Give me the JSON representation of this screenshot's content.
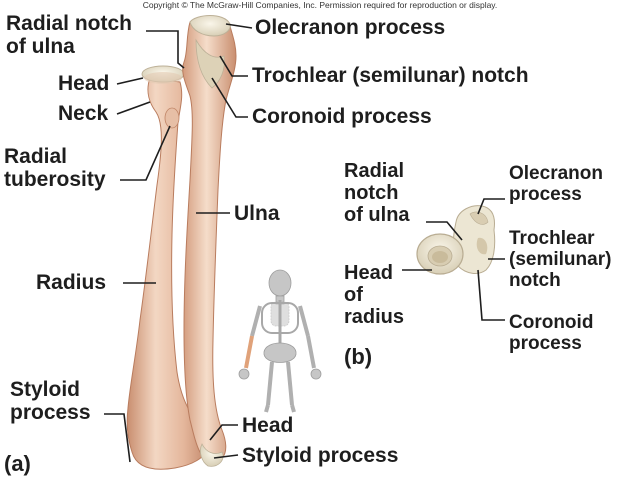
{
  "copyright": "Copyright © The McGraw-Hill Companies, Inc. Permission required for reproduction or display.",
  "panel_a": {
    "tag": "(a)",
    "labels": {
      "radial_notch_l1": "Radial notch",
      "radial_notch_l2": "of ulna",
      "olecranon": "Olecranon process",
      "trochlear": "Trochlear (semilunar) notch",
      "head_top": "Head",
      "neck": "Neck",
      "coronoid": "Coronoid process",
      "radial_tub_l1": "Radial",
      "radial_tub_l2": "tuberosity",
      "ulna": "Ulna",
      "radius": "Radius",
      "styloid_l1": "Styloid",
      "styloid_l2": "process",
      "head_bottom": "Head",
      "styloid_bottom": "Styloid process"
    }
  },
  "panel_b": {
    "tag": "(b)",
    "labels": {
      "radial_notch_l1": "Radial",
      "radial_notch_l2": "notch",
      "radial_notch_l3": "of ulna",
      "head_l1": "Head",
      "head_l2": "of",
      "head_l3": "radius",
      "olecranon_l1": "Olecranon",
      "olecranon_l2": "process",
      "trochlear_l1": "Trochlear",
      "trochlear_l2": "(semilunar)",
      "trochlear_l3": "notch",
      "coronoid_l1": "Coronoid",
      "coronoid_l2": "process"
    }
  },
  "colors": {
    "bone_light": "#f3d7c3",
    "bone_mid": "#e0b196",
    "bone_dark": "#c98e6f",
    "cartilage": "#ece6d3",
    "skeleton": "#c6c6c6",
    "leader": "#1e1e1e"
  }
}
